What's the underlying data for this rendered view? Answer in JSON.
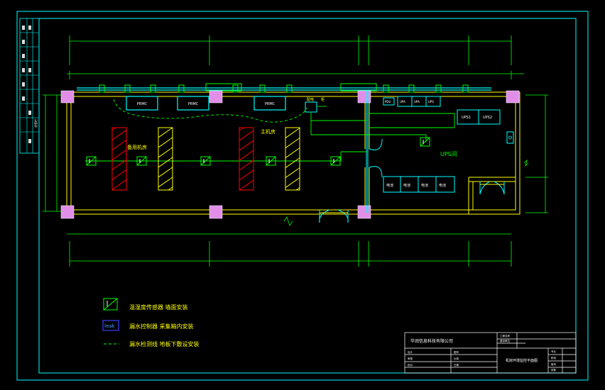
{
  "colors": {
    "background": "#000000",
    "frame": "#00ffff",
    "wall": "#ffff00",
    "dimension": "#00ff00",
    "equipment": "#00ffff",
    "column": "#e08ee8",
    "rack_red": "#ff0000",
    "rack_yellow": "#ffff00",
    "legend_text": "#ffff00",
    "leak": "#4040ff"
  },
  "rooms": {
    "room_a": "备用机房",
    "room_b": "主机房",
    "room_c": "UPS间"
  },
  "equipment": {
    "ac_1": "PRMC",
    "ac_2": "PRMC",
    "ac_3": "PRMC",
    "dist_1": "配电",
    "dist_2": "柜",
    "pdu": "PDU",
    "upa": "UPA",
    "upa_a": "UPA",
    "ups_small": "UPS",
    "ups_1": "UPS1",
    "ups_2": "UPS2",
    "battery": [
      "电池",
      "电池",
      "电池",
      "电池"
    ]
  },
  "legend": {
    "sensor_desc": "温湿度传感器 墙面安装",
    "leak_label": "leak",
    "leak_desc": "漏水控制器 采集箱内安装",
    "line_desc": "漏水检测线 地板下敷设安装"
  },
  "title_block": {
    "company": "华润信息科技有限公司",
    "drawing_title": "机房环境监控平面图",
    "cells": [
      "设计",
      "审核",
      "校对",
      "图号",
      "比例",
      "日期",
      "工程名称",
      "建设单位",
      "专业",
      "阶段",
      "版本",
      "张数"
    ]
  },
  "side_strip_label": "会签栏"
}
